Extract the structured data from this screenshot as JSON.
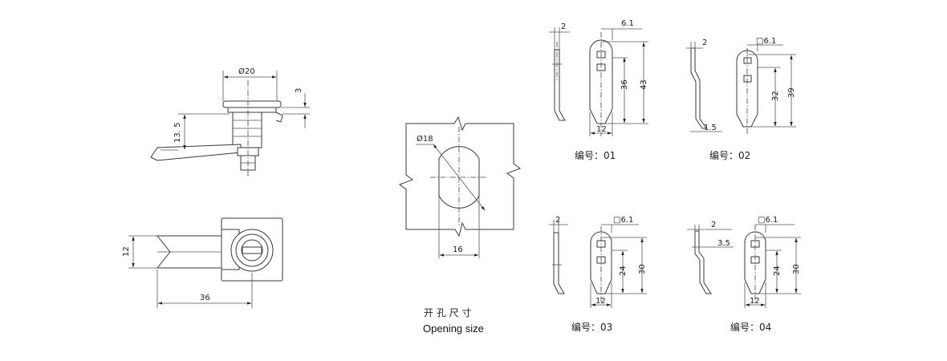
{
  "views": {
    "side": {
      "dia": "Ø20",
      "top": "3",
      "height": "13. 5"
    },
    "top": {
      "width": "12",
      "length": "36"
    }
  },
  "opening": {
    "dia": "Ø18",
    "width": "16",
    "caption_cn": "开 孔 尺 寸",
    "caption_en": "Opening size"
  },
  "cams": [
    {
      "label": "编号：01",
      "thick": "2",
      "square": "6.1",
      "inner": "36",
      "total": "43",
      "width": "12",
      "extra": ""
    },
    {
      "label": "编号：02",
      "thick": "2",
      "square": "□6.1",
      "inner": "32",
      "total": "39",
      "width": "",
      "extra": "1.5"
    },
    {
      "label": "编号：03",
      "thick": "2",
      "square": "□6.1",
      "inner": "24",
      "total": "30",
      "width": "12",
      "extra": ""
    },
    {
      "label": "编号：04",
      "thick": "2",
      "square": "□6.1",
      "inner": "24",
      "total": "30",
      "width": "12",
      "extra": "3.5"
    }
  ]
}
